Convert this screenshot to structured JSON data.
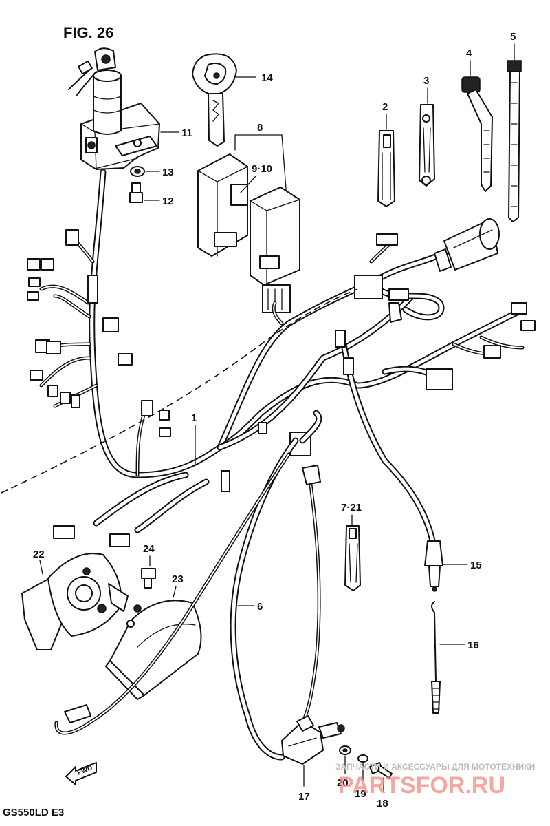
{
  "figure": {
    "title": "FIG. 26",
    "model": "GS550LD  E3",
    "fwd_label": "FWD"
  },
  "callouts": {
    "c1": "1",
    "c2": "2",
    "c3": "3",
    "c4": "4",
    "c5": "5",
    "c6": "6",
    "c7_21": "7·21",
    "c8": "8",
    "c9_10": "9·10",
    "c11": "11",
    "c12": "12",
    "c13": "13",
    "c14": "14",
    "c15": "15",
    "c16": "16",
    "c17": "17",
    "c18": "18",
    "c19": "19",
    "c20": "20",
    "c22": "22",
    "c23": "23",
    "c24": "24"
  },
  "watermark": {
    "line1": "ЗАПЧАСТИ И АКСЕССУАРЫ ДЛЯ МОТОТЕХНИКИ",
    "line2": "PARTSFOR.RU"
  },
  "icons": {
    "fwd": "fwd-arrow-icon"
  }
}
